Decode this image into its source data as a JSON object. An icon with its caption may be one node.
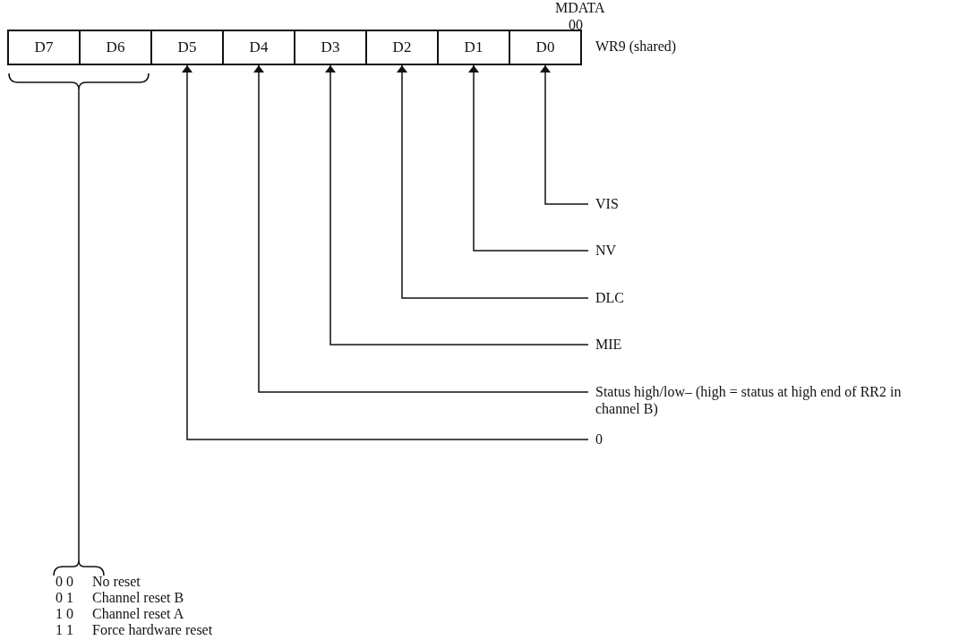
{
  "diagram": {
    "nodes": [
      {
        "text": [
          "D7"
        ]
      },
      {
        "text": [
          "D6"
        ]
      },
      {
        "text": [
          "D5"
        ]
      },
      {
        "text": [
          "D4"
        ]
      },
      {
        "text": [
          "D3"
        ]
      },
      {
        "text": [
          "D2"
        ]
      },
      {
        "text": [
          "D1"
        ]
      },
      {
        "text": [
          "D0"
        ]
      },
      {
        "text": [
          "VIS"
        ]
      },
      {
        "text": [
          "NV"
        ]
      },
      {
        "text": [
          "DLC"
        ]
      },
      {
        "text": [
          "MIE"
        ]
      },
      {
        "text": [
          "Status high/low– (high = status at high end of RR2 in channel B)"
        ]
      },
      {
        "text": [
          "0"
        ]
      }
    ],
    "edges": [
      {
        "from": 8,
        "to": 7,
        "arrow": "to"
      },
      {
        "from": 9,
        "to": 6,
        "arrow": "to"
      },
      {
        "from": 10,
        "to": 5,
        "arrow": "to"
      },
      {
        "from": 11,
        "to": 4,
        "arrow": "to"
      },
      {
        "from": 12,
        "to": 3,
        "arrow": "to"
      },
      {
        "from": 13,
        "to": 2,
        "arrow": "to"
      }
    ],
    "labels": [
      "MDATA 00",
      "WR9 (shared)",
      "0 0",
      "No reset",
      "0 1",
      "Channel reset B",
      "1 0",
      "Channel reset A",
      "1 1",
      "Force hardware reset"
    ]
  }
}
